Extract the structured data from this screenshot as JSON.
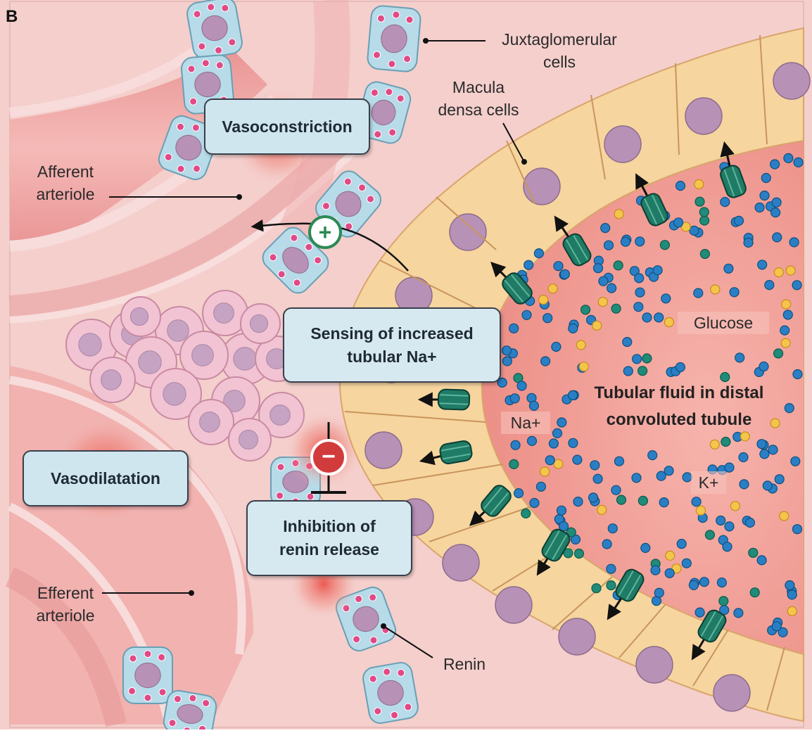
{
  "panel_label": "B",
  "labels": {
    "juxtaglomerular": [
      "Juxtaglomerular",
      "cells"
    ],
    "macula_densa": [
      "Macula",
      "densa cells"
    ],
    "afferent": [
      "Afferent",
      "arteriole"
    ],
    "efferent": [
      "Efferent",
      "arteriole"
    ],
    "renin": "Renin",
    "glucose": "Glucose",
    "na_ion": "Na+",
    "k_ion": "K+"
  },
  "boxes": {
    "vasoconstriction": "Vasoconstriction",
    "sensing": [
      "Sensing of increased",
      "tubular Na+"
    ],
    "vasodilatation": "Vasodilatation",
    "inhibition": [
      "Inhibition of",
      "renin release"
    ]
  },
  "tubular_fluid": [
    "Tubular fluid in distal",
    "convoluted tubule"
  ],
  "symbols": {
    "plus": "+",
    "minus": "−"
  },
  "colors": {
    "background": "#f4cfcc",
    "arteriole_wall": "#e9a5a5",
    "jg_cell": "#b7dbe8",
    "renin_granule": "#e14a86",
    "tubule_cell": "#f7d7a0",
    "nucleus": "#b891b6",
    "lumen": "#ef9d96",
    "na_dot": "#2a7fc4",
    "k_dot": "#1f8b78",
    "glucose_dot": "#f3c54b",
    "channel": "#1f7b66",
    "box_fill": "#cfe6ef",
    "plus_ring": "#2c8a55",
    "minus_fill": "#d23b3b"
  }
}
